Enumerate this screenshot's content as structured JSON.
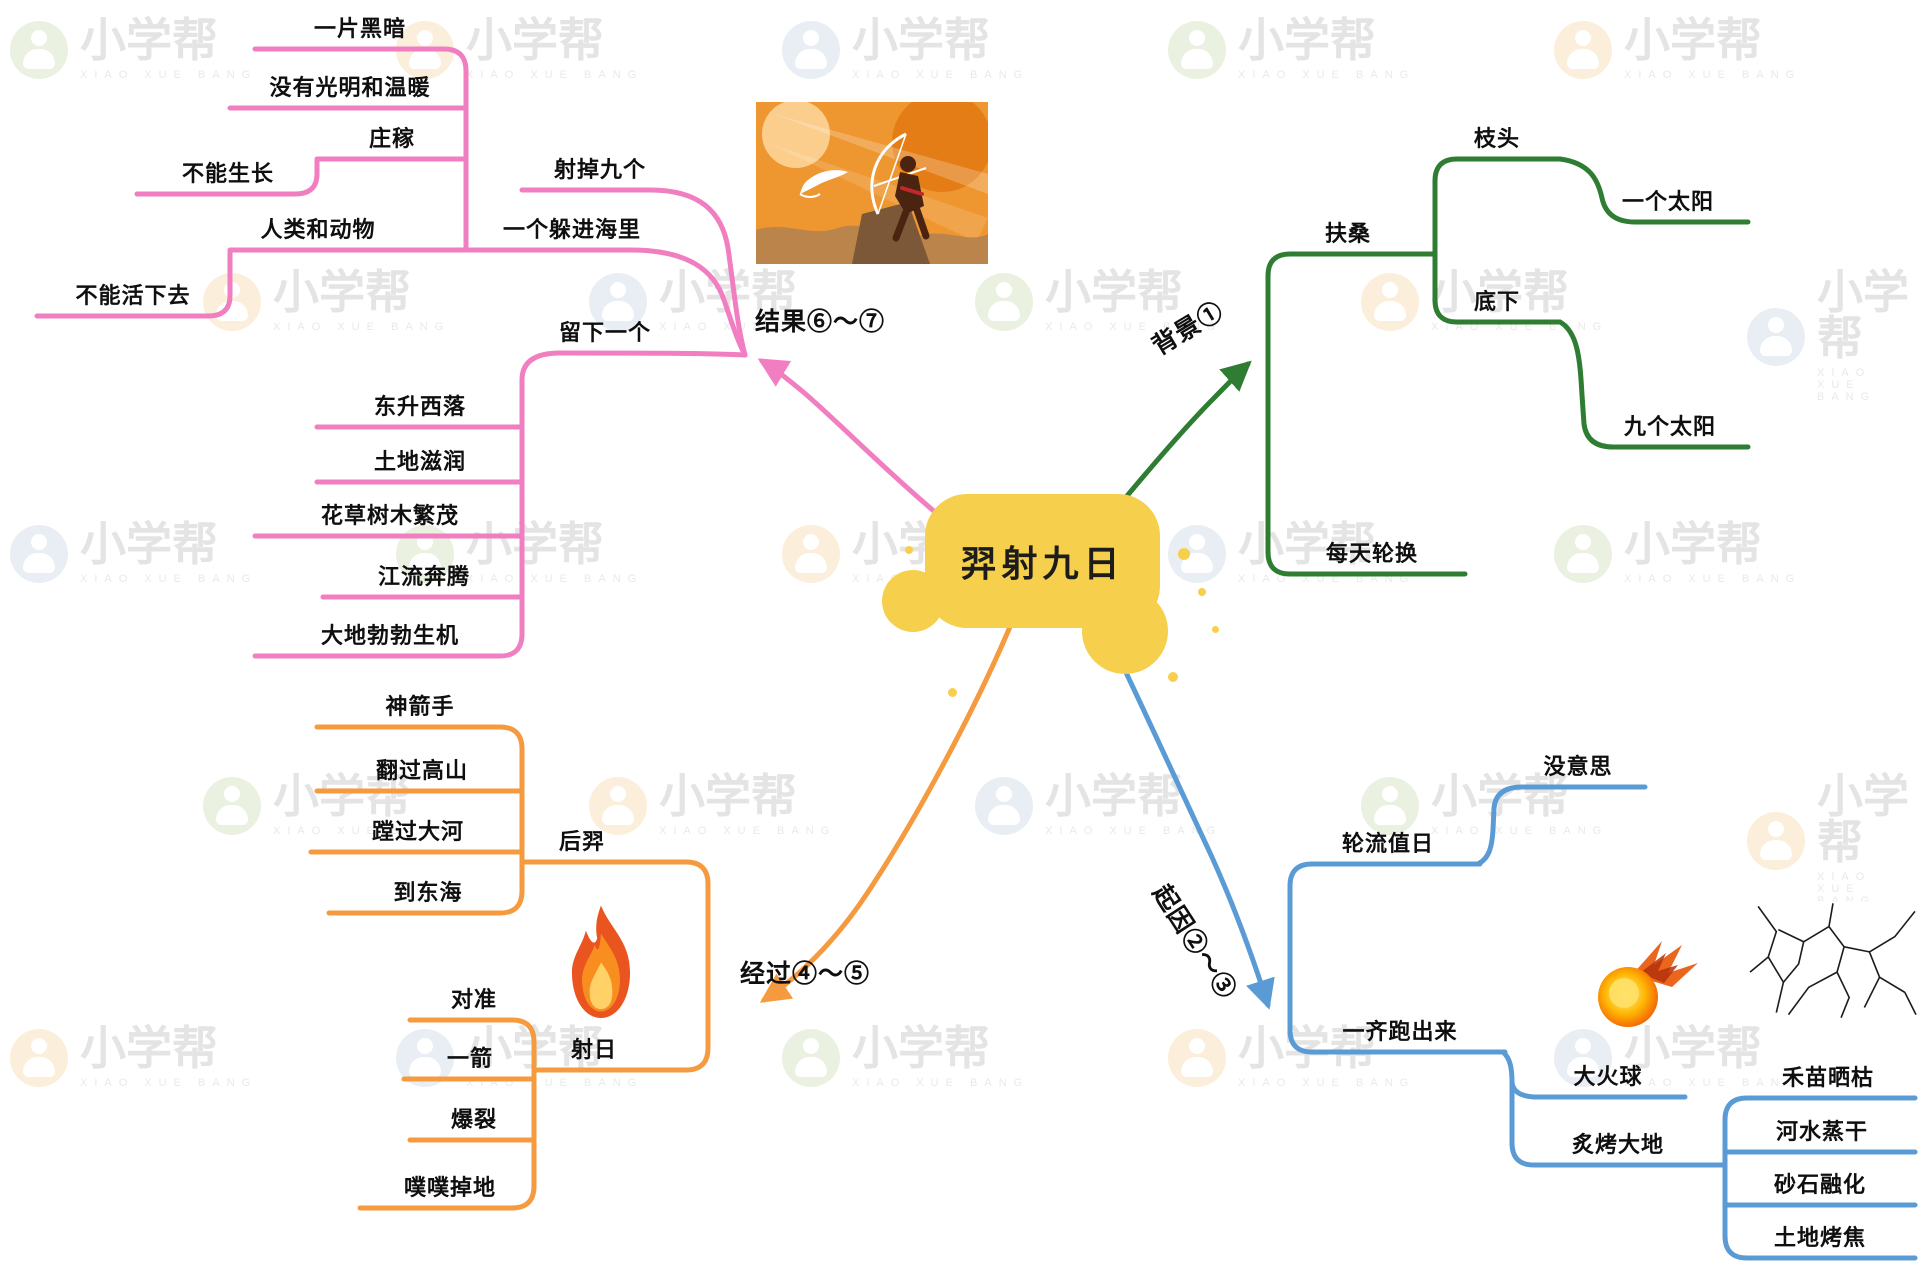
{
  "watermark": {
    "text": "小学帮",
    "subtext": "XIAO XUE BANG"
  },
  "center": {
    "label": "羿射九日"
  },
  "colors": {
    "background_branch": "#2e7d32",
    "cause_branch": "#5b9bd5",
    "process_branch": "#f59a3e",
    "result_branch": "#f07ec0",
    "center_fill": "#f6cf4d"
  },
  "icons": {
    "flame": "flame-icon",
    "fireball": "fireball-icon",
    "cracked_earth": "cracked-earth-image",
    "hero_illustration": "hero-archer-illustration"
  },
  "background": {
    "label": "背景①",
    "fusang": {
      "label": "扶桑",
      "zhitou": {
        "label": "枝头",
        "one_sun": "一个太阳"
      },
      "dixia": {
        "label": "底下",
        "nine_suns": "九个太阳"
      }
    },
    "daily_rotate": "每天轮换"
  },
  "cause": {
    "label": "起因②～③",
    "take_turns": {
      "label": "轮流值日",
      "boring": "没意思"
    },
    "run_out_together": {
      "label": "一齐跑出来",
      "fireball": "大火球",
      "scorch_earth": {
        "label": "炙烤大地",
        "seedlings_withered": "禾苗晒枯",
        "rivers_dried": "河水蒸干",
        "sand_melted": "砂石融化",
        "land_scorched": "土地烤焦"
      }
    }
  },
  "process": {
    "label": "经过④～⑤",
    "houyi": {
      "label": "后羿",
      "divine_archer": "神箭手",
      "crossed_mountains": "翻过高山",
      "waded_rivers": "蹚过大河",
      "reached_east_sea": "到东海"
    },
    "shoot_suns": {
      "label": "射日",
      "aim": "对准",
      "one_arrow": "一箭",
      "burst": "爆裂",
      "plop_down": "噗噗掉地"
    }
  },
  "result": {
    "label": "结果⑥～⑦",
    "shot_down_nine": "射掉九个",
    "one_hid_in_sea": {
      "label": "一个躲进海里",
      "darkness": "一片黑暗",
      "no_light_warmth": "没有光明和温暖",
      "crops": {
        "label": "庄稼",
        "cannot_grow": "不能生长"
      },
      "humans_animals": {
        "label": "人类和动物",
        "cannot_survive": "不能活下去"
      }
    },
    "left_one": {
      "label": "留下一个",
      "rise_east_set_west": "东升西落",
      "land_moist": "土地滋润",
      "plants_flourish": "花草树木繁茂",
      "rivers_surge": "江流奔腾",
      "earth_vitality": "大地勃勃生机"
    }
  }
}
